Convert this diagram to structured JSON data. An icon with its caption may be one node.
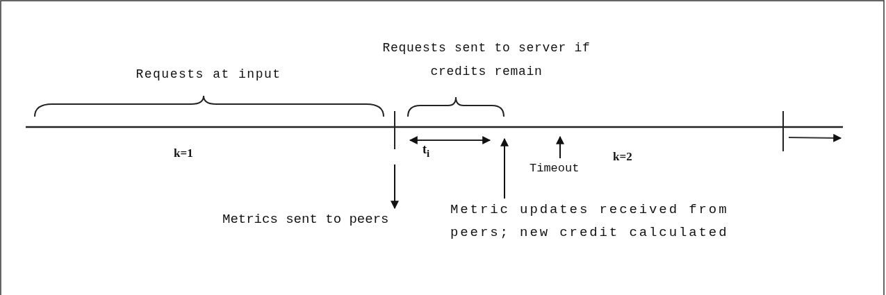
{
  "diagram": {
    "nodes": [
      {
        "text": [
          "Metrics sent to peers"
        ]
      },
      {
        "text": [
          "Metric updates received from peers; new credit calculated"
        ]
      },
      {
        "text": [
          "Timeout"
        ]
      }
    ],
    "edges": [
      {
        "from": null,
        "to": 0,
        "arrow": "to"
      },
      {
        "from": 1,
        "to": null,
        "arrow": "to"
      },
      {
        "from": 2,
        "to": null,
        "arrow": "to"
      }
    ],
    "labels": [
      "Requests sent to server if credits remain",
      "Requests at input",
      "k=1",
      "t$_{i}$",
      "k=2"
    ]
  }
}
